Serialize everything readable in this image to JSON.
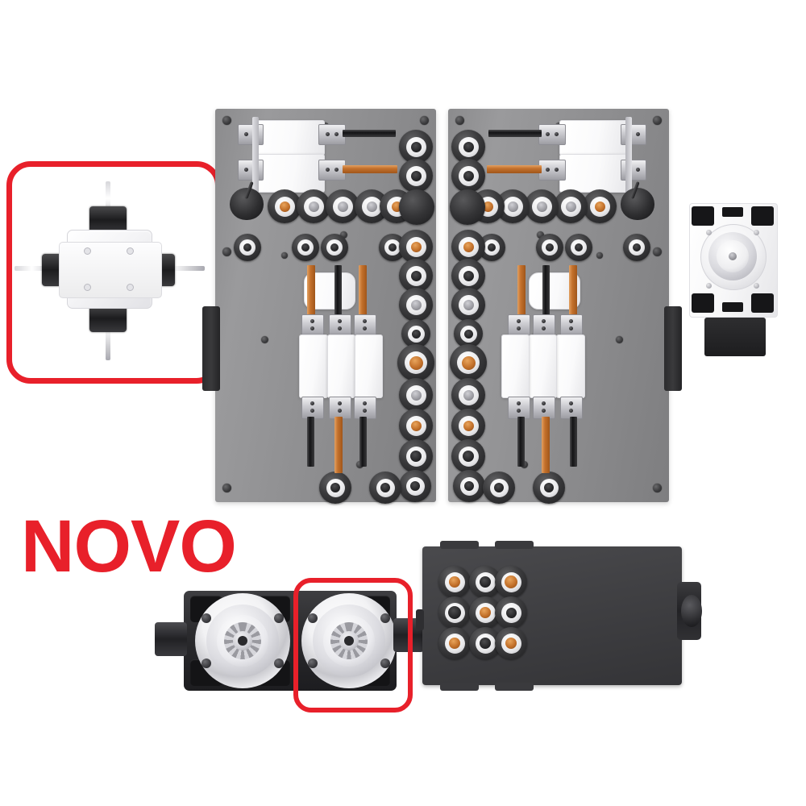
{
  "scene": {
    "title": "NOVO machine-tool drilling head assembly overview",
    "background_color": "#ffffff",
    "accent_color": "#e8202a"
  },
  "wordmark": {
    "text": "NOVO",
    "color": "#e8202a"
  },
  "callouts": [
    {
      "id": "detail-callout",
      "name": "cross-module-detail",
      "border_color": "#e8202a",
      "subject": "four-way cross drilling module with 4 black clamp collars and 4 steel rods"
    },
    {
      "id": "spindle-callout",
      "name": "right-spindle-highlight",
      "border_color": "#e8202a",
      "subject": "right spindle face of dual spindle unit"
    }
  ],
  "components": {
    "panel_left": {
      "label": "left drilling panel",
      "body_color": "#8e8e90",
      "top_module": {
        "label": "twin horizontal drill block",
        "bits": [
          "black",
          "orange"
        ]
      },
      "lower_modules": {
        "label": "triple vertical drill block",
        "count": 3,
        "bits_top": [
          "orange",
          "black",
          "orange"
        ],
        "bits_bottom": [
          "black",
          "orange",
          "black"
        ]
      },
      "knob": "black angled clamp knob"
    },
    "panel_right": {
      "label": "right drilling panel (mirrored)",
      "body_color": "#8e8e90",
      "top_module": {
        "label": "twin horizontal drill block",
        "bits": [
          "black",
          "orange"
        ]
      },
      "lower_modules": {
        "label": "triple vertical drill block",
        "count": 3,
        "bits_top": [
          "orange",
          "black",
          "orange"
        ],
        "bits_bottom": [
          "black",
          "orange",
          "black"
        ]
      },
      "knob": "black angled clamp knob"
    },
    "actuator": {
      "label": "white square spindle motor",
      "body_color": "#f7f7f8",
      "corner_mounts": 4,
      "base_color": "#222224"
    },
    "spindle_unit": {
      "label": "dual spindle head",
      "body_color": "#2a2a2d",
      "spindle_count": 2,
      "connector_sides": [
        "left",
        "right"
      ]
    },
    "junction_box": {
      "label": "dark tool-port junction box",
      "body_color": "#414144",
      "port_grid": {
        "rows": 3,
        "cols": 3
      },
      "port_fill": [
        [
          "orange",
          "black",
          "orange"
        ],
        [
          "black",
          "orange",
          "black"
        ],
        [
          "orange",
          "black",
          "orange"
        ]
      ],
      "side_connector": "knurled round connector"
    }
  },
  "port_colors": {
    "orange": "#c2702a",
    "black": "#202022",
    "gray": "#9a9aa0",
    "ring": "#e8e8ea"
  }
}
